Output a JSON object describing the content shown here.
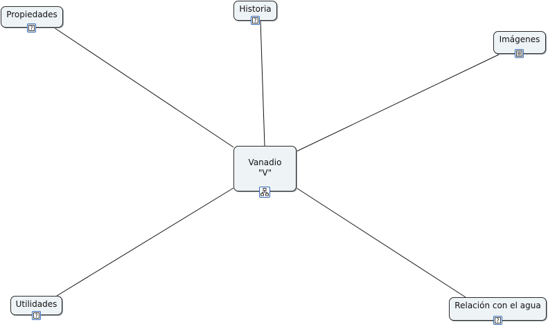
{
  "concept_map": {
    "center": {
      "line1": "Vanadio",
      "line2": "\"V\"",
      "icon": "concept-map-icon"
    },
    "nodes": {
      "propiedades": {
        "label": "Propiedades",
        "icon": "question-document-icon"
      },
      "historia": {
        "label": "Historia",
        "icon": "question-document-icon"
      },
      "imagenes": {
        "label": "Imágenes",
        "icon": "text-document-icon"
      },
      "utilidades": {
        "label": "Utilidades",
        "icon": "question-document-icon"
      },
      "relacion": {
        "label": "Relación con el agua",
        "icon": "question-document-icon"
      }
    }
  }
}
